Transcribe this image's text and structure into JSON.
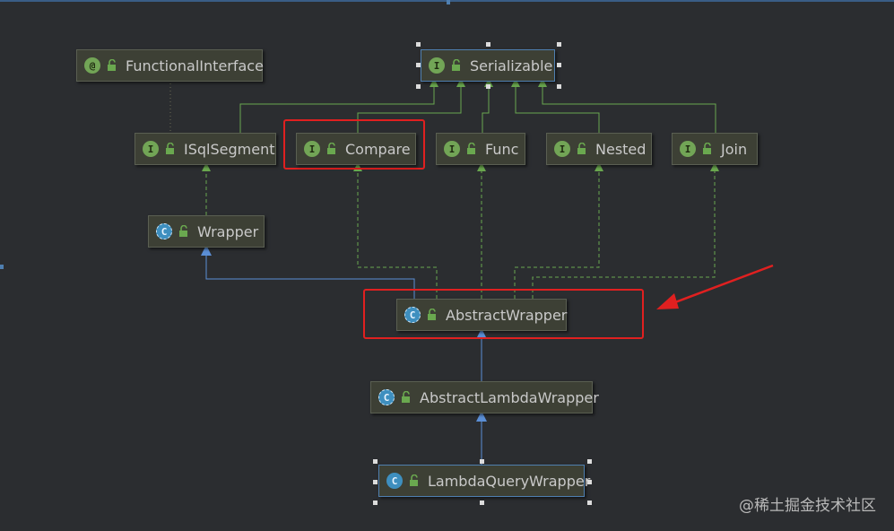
{
  "nodes": {
    "functional_interface": {
      "label": "FunctionalInterface",
      "badge": "@"
    },
    "serializable": {
      "label": "Serializable",
      "badge": "I"
    },
    "isqlsegment": {
      "label": "ISqlSegment",
      "badge": "I"
    },
    "compare": {
      "label": "Compare",
      "badge": "I"
    },
    "func": {
      "label": "Func",
      "badge": "I"
    },
    "nested": {
      "label": "Nested",
      "badge": "I"
    },
    "join": {
      "label": "Join",
      "badge": "I"
    },
    "wrapper": {
      "label": "Wrapper",
      "badge": "C"
    },
    "abstract_wrapper": {
      "label": "AbstractWrapper",
      "badge": "C"
    },
    "abstract_lambda_wrapper": {
      "label": "AbstractLambdaWrapper",
      "badge": "C"
    },
    "lambda_query_wrapper": {
      "label": "LambdaQueryWrapper",
      "badge": "C"
    }
  },
  "watermark": "@稀土掘金技术社区",
  "colors": {
    "background": "#2b2d30",
    "implements_arrow": "#6aa84f",
    "extends_arrow": "#5b8fd6",
    "highlight": "#e02020"
  }
}
